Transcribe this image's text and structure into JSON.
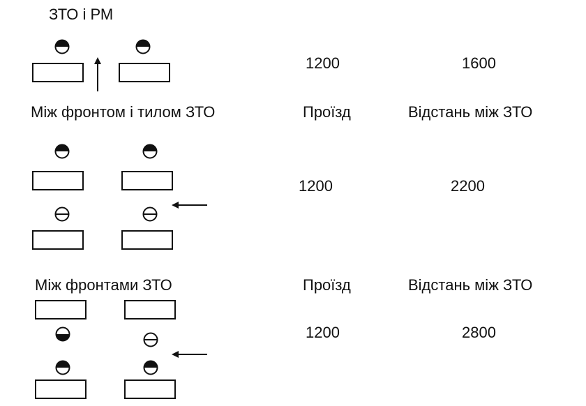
{
  "section1": {
    "title": "ЗТО і РМ",
    "passage": "1200",
    "distance": "1600"
  },
  "section2": {
    "title": "Між фронтом і тилом ЗТО",
    "passage_label": "Проїзд",
    "distance_label": "Відстань між ЗТО",
    "passage": "1200",
    "distance": "2200"
  },
  "section3": {
    "title": "Між фронтами ЗТО",
    "passage_label": "Проїзд",
    "distance_label": "Відстань між ЗТО",
    "passage": "1200",
    "distance": "2800"
  }
}
